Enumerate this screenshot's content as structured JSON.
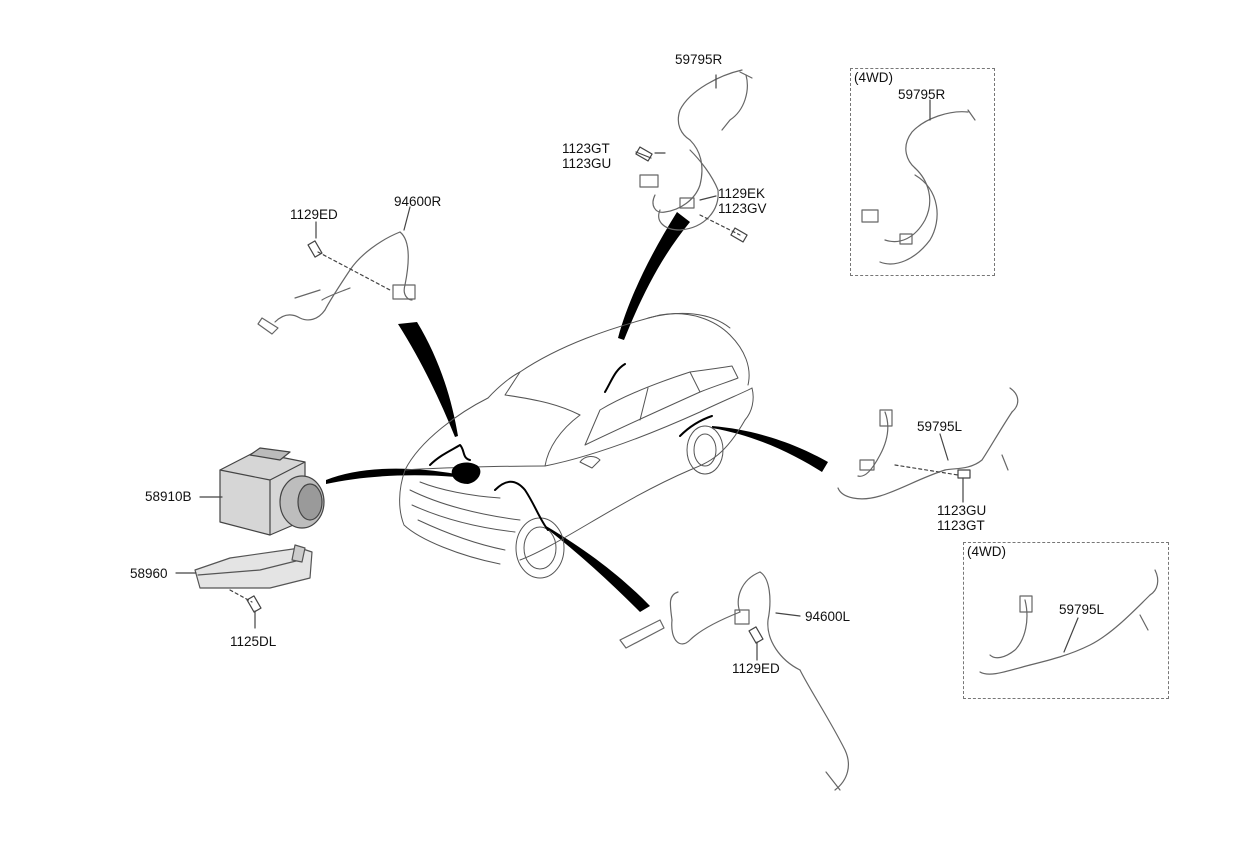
{
  "labels": {
    "p59795R_top": "59795R",
    "p1123GT_a": "1123GT",
    "p1123GU_a": "1123GU",
    "p1129EK": "1129EK",
    "p1123GV": "1123GV",
    "p1129ED_top": "1129ED",
    "p94600R": "94600R",
    "p58910B": "58910B",
    "p58960": "58960",
    "p1125DL": "1125DL",
    "p59795L": "59795L",
    "p1123GU_b": "1123GU",
    "p1123GT_b": "1123GT",
    "p94600L": "94600L",
    "p1129ED_bottom": "1129ED"
  },
  "box_4wd_right": {
    "caption": "(4WD)",
    "part": "59795R"
  },
  "box_4wd_left": {
    "caption": "(4WD)",
    "part": "59795L"
  }
}
